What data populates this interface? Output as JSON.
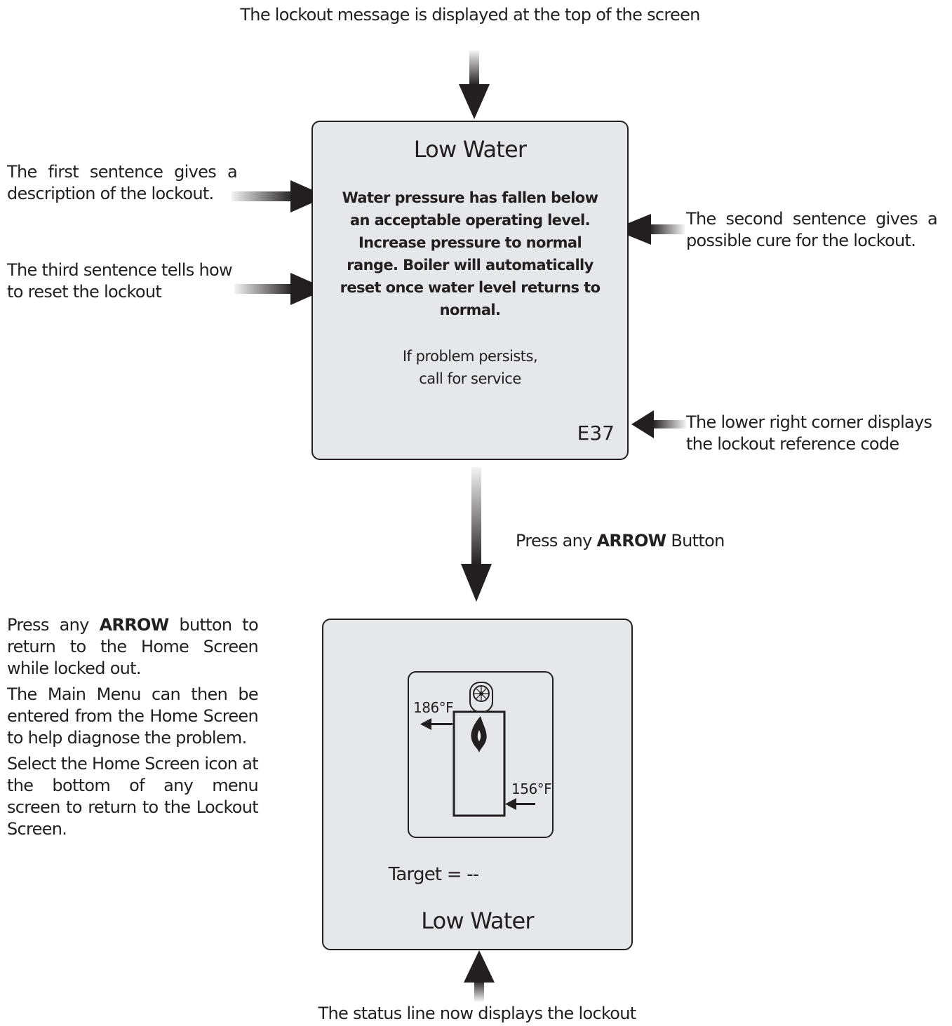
{
  "annotations": {
    "top": "The lockout message is displayed at the top of the screen",
    "first_sentence": "The first sentence gives a description of the lockout.",
    "third_sentence": "The third sentence tells how to reset the lockout",
    "second_sentence": "The second sentence gives a possible cure for the lockout.",
    "reference_code": "The lower right corner displays the lockout reference code",
    "press_prefix": "Press any ",
    "press_bold": "ARROW",
    "press_suffix": " Button",
    "left_p1_prefix": "Press any ",
    "left_p1_bold": "ARROW",
    "left_p1_suffix": " button to return to the Home Screen while locked out.",
    "left_p2": "The Main Menu can then be entered from the Home Screen to help diagnose the problem.",
    "left_p3": "Select the Home Screen icon at the bottom of any menu screen to return to the Lockout Screen.",
    "bottom": "The status line now displays the lockout"
  },
  "lockout_screen": {
    "title": "Low Water",
    "message": "Water pressure has fallen below an acceptable operating level. Increase pressure to normal range. Boiler will automatically reset once water level returns to normal.",
    "footer_line1": "If problem persists,",
    "footer_line2": "call for service",
    "code": "E37"
  },
  "home_screen": {
    "outlet_temp": "186°F",
    "inlet_temp": "156°F",
    "target": "Target = --",
    "status": "Low Water"
  },
  "icons": [
    "fan-icon",
    "flame-icon",
    "boiler-icon"
  ],
  "colors": {
    "screen_bg": "#e6e7e8",
    "text": "#231f20",
    "arrow": "#231f20"
  }
}
